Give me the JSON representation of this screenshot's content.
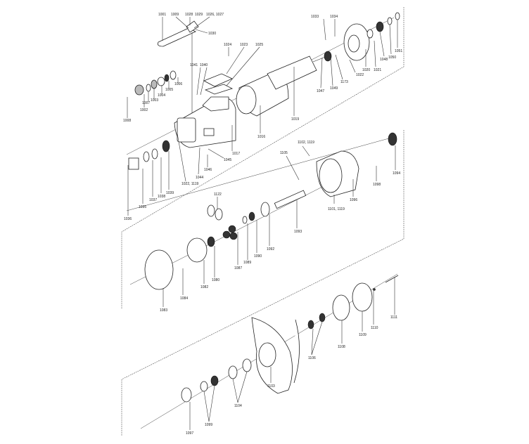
{
  "diagram": {
    "title": "",
    "type": "exploded-parts-diagram",
    "colors": {
      "line": "#222222",
      "background": "#ffffff",
      "frame": "#555555"
    },
    "groups": [
      {
        "name": "motor-section",
        "labels": [
          "1001",
          "1009",
          "1028",
          "1029",
          "1026, 1027",
          "1030",
          "1024",
          "1023",
          "1025",
          "1041",
          "1040",
          "1006",
          "1005",
          "1004",
          "1003",
          "1007",
          "1002",
          "1008",
          "1017",
          "1016",
          "1019",
          "1035",
          "1036",
          "1037",
          "1038",
          "1039",
          "1022, 1119",
          "1044",
          "1045",
          "1046",
          "1033",
          "1034",
          "1020",
          "1022",
          "1021",
          "1048",
          "1050",
          "1051",
          "1047",
          "1049",
          "1173"
        ]
      },
      {
        "name": "gear-housing-section",
        "labels": [
          "1102, 1119",
          "1105",
          "1096",
          "1098",
          "1094",
          "1101, 1119",
          "1093",
          "1122",
          "1092",
          "1090",
          "1089",
          "1087",
          "1080",
          "1082",
          "1084",
          "1083"
        ]
      },
      {
        "name": "propeller-section",
        "labels": [
          "1111",
          "1110",
          "1109",
          "1108",
          "1106",
          "1103",
          "1104",
          "1099",
          "1097"
        ]
      }
    ]
  },
  "labels": {
    "l1001": "1001",
    "l1009": "1009",
    "l1028": "1028",
    "l1029": "1029",
    "l1026": "1026, 1027",
    "l1030": "1030",
    "l1024": "1024",
    "l1023": "1023",
    "l1025": "1025",
    "l1041": "1041",
    "l1040": "1040",
    "l1006": "1006",
    "l1005": "1005",
    "l1004": "1004",
    "l1003": "1003",
    "l1007": "1007",
    "l1002": "1002",
    "l1008": "1008",
    "l1017": "1017",
    "l1016": "1016",
    "l1019": "1019",
    "l1035": "1035",
    "l1037": "1037",
    "l1038": "1038",
    "l1039": "1039",
    "l1036": "1036",
    "l1022b": "1022, 1119",
    "l1044": "1044",
    "l1045": "1045",
    "l1046": "1046",
    "l1033": "1033",
    "l1034": "1034",
    "l1020": "1020",
    "l1022": "1022",
    "l1021": "1021",
    "l1048": "1048",
    "l1050": "1050",
    "l1051": "1051",
    "l1047": "1047",
    "l1049": "1049",
    "l1173": "1173",
    "l1102": "1102, 1119",
    "l1105": "1105",
    "l1096": "1096",
    "l1098": "1098",
    "l1094": "1094",
    "l1101": "1101, 1119",
    "l1093": "1093",
    "l1122": "1122",
    "l1092": "1092",
    "l1090": "1090",
    "l1089": "1089",
    "l1087": "1087",
    "l1080": "1080",
    "l1082": "1082",
    "l1084": "1084",
    "l1083": "1083",
    "l1111": "1111",
    "l1110": "1110",
    "l1109": "1109",
    "l1108": "1108",
    "l1106": "1106",
    "l1103": "1103",
    "l1104": "1104",
    "l1099": "1099",
    "l1097": "1097"
  }
}
